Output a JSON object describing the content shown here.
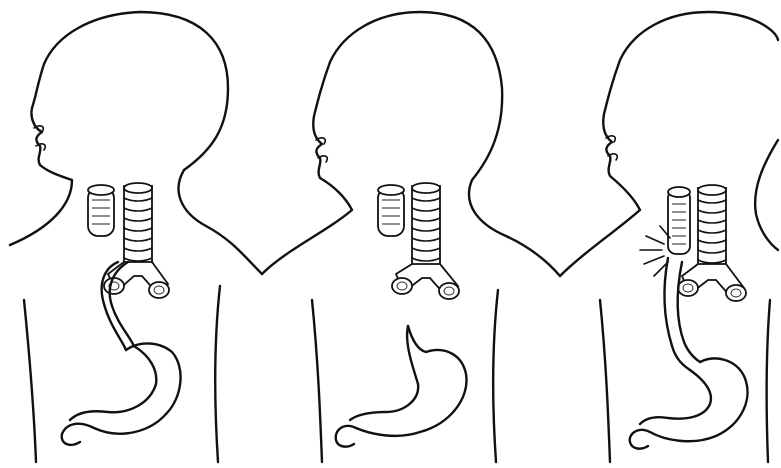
{
  "figure": {
    "panel_count": 3,
    "panels": [
      {
        "id": "panel-1",
        "icons": [
          "head-outline",
          "esophagus-upper-pouch",
          "trachea",
          "tracheoesophageal-fistula",
          "distal-esophagus",
          "stomach"
        ]
      },
      {
        "id": "panel-2",
        "icons": [
          "head-outline",
          "esophagus-upper-pouch",
          "trachea",
          "stomach"
        ]
      },
      {
        "id": "panel-3",
        "icons": [
          "head-outline",
          "esophagus-upper-pouch",
          "trachea",
          "fistula-break-mark",
          "distal-esophagus",
          "stomach"
        ]
      }
    ],
    "colors": {
      "line": "#111111",
      "background": "#ffffff"
    }
  }
}
